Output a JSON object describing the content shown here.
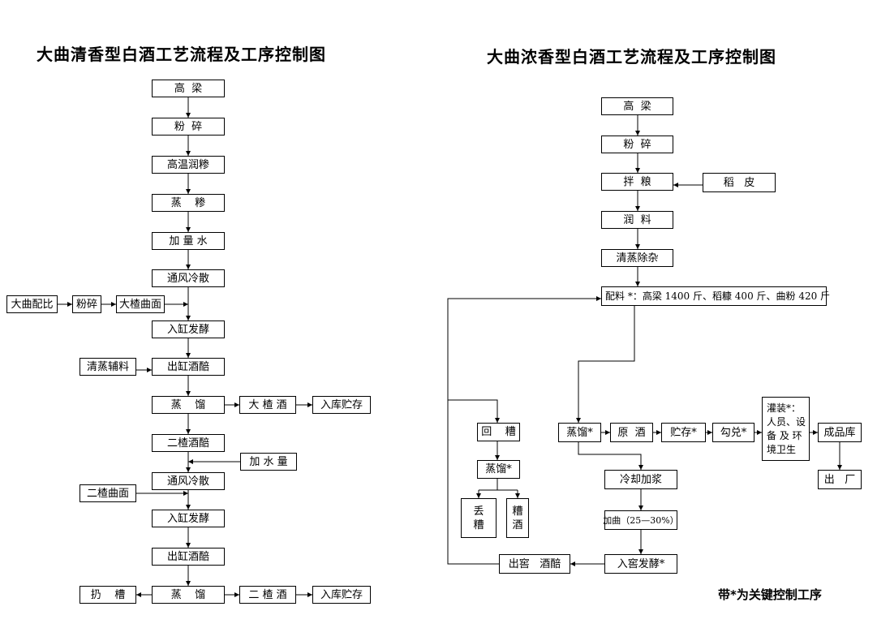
{
  "left_chart": {
    "title": "大曲清香型白酒工艺流程及工序控制图",
    "main_steps": [
      "高  梁",
      "粉  碎",
      "高温润糁",
      "蒸    糁",
      "加 量 水",
      "通风冷散",
      "入缸发酵",
      "出缸酒醅",
      "蒸    馏",
      "二楂酒醅",
      "通风冷散",
      "入缸发酵",
      "出缸酒醅",
      "蒸    馏"
    ],
    "side": {
      "daqu_ratio": "大曲配比",
      "crush": "粉碎",
      "dazha_qu": "大楂曲面",
      "steamed_husk": "清蒸辅料",
      "dazha_liquor": "大 楂 酒",
      "storage_1": "入库贮存",
      "water_amount": "加 水 量",
      "erzha_qu": "二楂曲面",
      "discard": "扔    槽",
      "erzha_liquor": "二 楂 酒",
      "storage_2": "入库贮存"
    }
  },
  "right_chart": {
    "title": "大曲浓香型白酒工艺流程及工序控制图",
    "main_steps": [
      "高  梁",
      "粉  碎",
      "拌  粮",
      "润  料",
      "清蒸除杂"
    ],
    "rice_husk": "稻   皮",
    "formula": "配料 *：高梁 1400 斤、稻糠 400 斤、曲粉 420 斤",
    "return_grains": "回    糟",
    "return_distill": "蒸馏*",
    "discard_grains": [
      "丢",
      "糟"
    ],
    "grain_liquor": [
      "糟",
      "酒"
    ],
    "distill": "蒸馏*",
    "raw_liquor": "原  酒",
    "storage": "贮存*",
    "blending": "勾兑*",
    "filling": [
      "灌装*：",
      "人员、设",
      "备 及 环",
      "境卫生"
    ],
    "warehouse": "成品库",
    "shipping": "出   厂",
    "cooling": "冷却加浆",
    "add_qu": "加曲（25—30%）",
    "pit_ferment": "入窖发酵*",
    "pit_unload": "出窖   酒醅"
  },
  "footnote": "带*为关键控制工序"
}
